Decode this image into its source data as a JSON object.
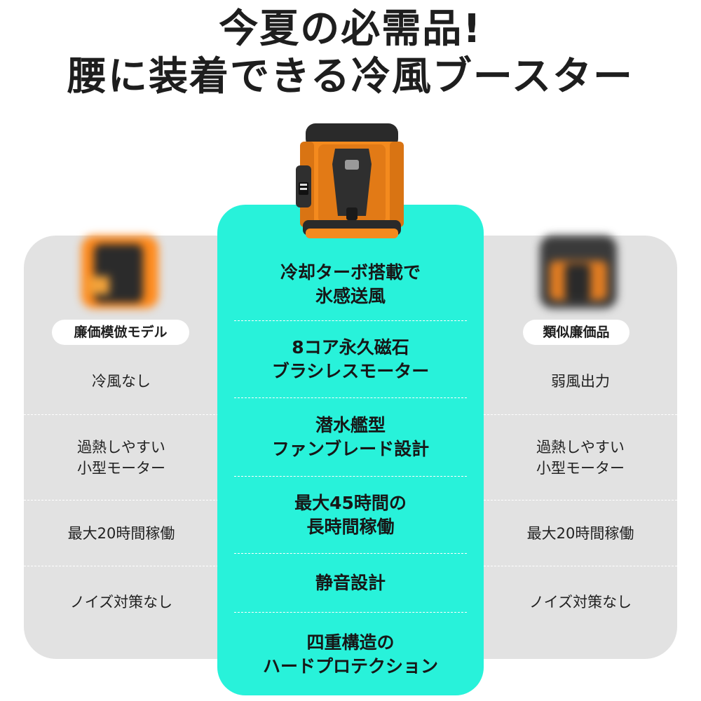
{
  "headline": {
    "line1": "今夏の必需品!",
    "line2": "腰に装着できる冷風ブースター"
  },
  "colors": {
    "accent": "#28f2da",
    "side_panel": "#e2e2e2",
    "product_orange": "#ff8a1c",
    "product_dark": "#2e2e2e"
  },
  "center": {
    "features": [
      {
        "l1": "冷却ターボ搭載で",
        "l2": "氷感送風"
      },
      {
        "l1": "8コア永久磁石",
        "l2": "ブラシレスモーター"
      },
      {
        "l1": "潜水艦型",
        "l2": "ファンブレード設計"
      },
      {
        "l1": "最大45時間の",
        "l2": "長時間稼働"
      },
      {
        "l1": "静音設計",
        "l2": ""
      },
      {
        "l1": "四重構造の",
        "l2": "ハードプロテクション"
      }
    ]
  },
  "left": {
    "badge": "廉価模倣モデル",
    "rows": [
      {
        "l1": "冷風なし",
        "l2": ""
      },
      {
        "l1": "過熱しやすい",
        "l2": "小型モーター"
      },
      {
        "l1": "最大20時間稼働",
        "l2": ""
      },
      {
        "l1": "ノイズ対策なし",
        "l2": ""
      }
    ]
  },
  "right": {
    "badge": "類似廉価品",
    "rows": [
      {
        "l1": "弱風出力",
        "l2": ""
      },
      {
        "l1": "過熱しやすい",
        "l2": "小型モーター"
      },
      {
        "l1": "最大20時間稼働",
        "l2": ""
      },
      {
        "l1": "ノイズ対策なし",
        "l2": ""
      }
    ]
  }
}
